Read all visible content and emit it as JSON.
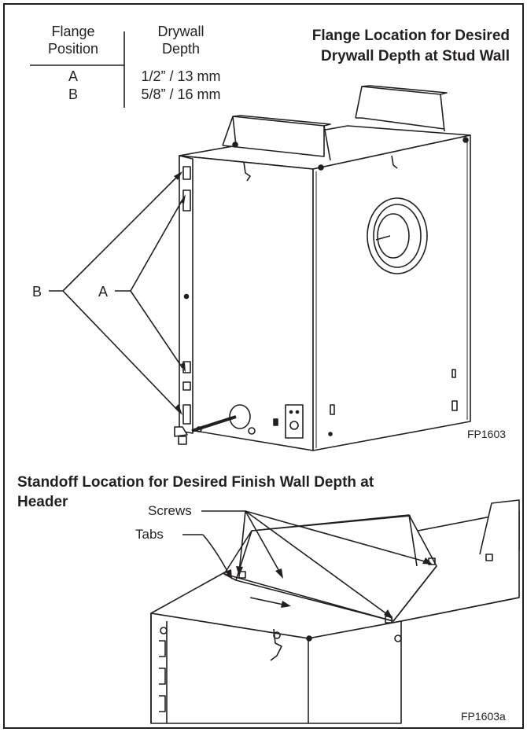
{
  "table": {
    "headers": [
      "Flange\nPosition",
      "Drywall\nDepth"
    ],
    "header_col1_line1": "Flange",
    "header_col1_line2": "Position",
    "header_col2_line1": "Drywall",
    "header_col2_line2": "Depth",
    "rows": [
      {
        "position": "A",
        "depth": "1/2” / 13 mm"
      },
      {
        "position": "B",
        "depth": "5/8” / 16 mm"
      }
    ]
  },
  "figure1": {
    "title_line1": "Flange Location for Desired",
    "title_line2": "Drywall Depth at Stud Wall",
    "callout_b": "B",
    "callout_a": "A",
    "code": "FP1603"
  },
  "figure2": {
    "title_line1": "Standoff Location for Desired Finish Wall Depth at",
    "title_line2": "Header",
    "callout_screws": "Screws",
    "callout_tabs": "Tabs",
    "code": "FP1603a"
  },
  "colors": {
    "ink": "#231f20",
    "background": "#ffffff"
  }
}
